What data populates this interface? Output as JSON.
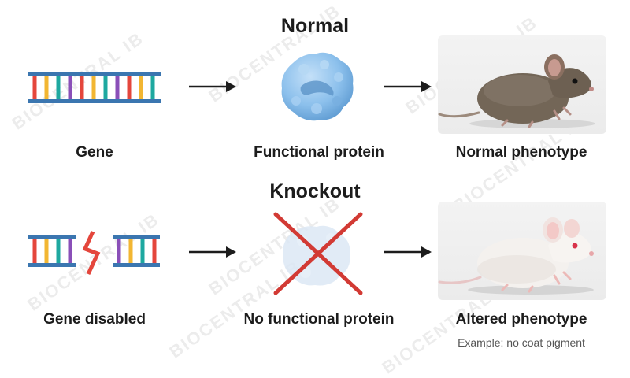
{
  "normal": {
    "heading": "Normal",
    "gene_label": "Gene",
    "protein_label": "Functional protein",
    "phenotype_label": "Normal phenotype"
  },
  "knockout": {
    "heading": "Knockout",
    "gene_label": "Gene disabled",
    "protein_label": "No functional protein",
    "phenotype_label": "Altered phenotype",
    "phenotype_note": "Example: no coat pigment"
  },
  "watermark": "BIOCENTRAL IB",
  "icons": {
    "gene": "dna-ladder-icon",
    "broken_gene": "broken-dna-icon",
    "protein": "protein-blob-icon",
    "no_protein": "crossed-protein-icon",
    "arrow": "right-arrow-icon",
    "brown_mouse": "brown-mouse-image",
    "white_mouse": "white-mouse-image"
  },
  "colors": {
    "dna_rails": "#3b76b0",
    "rung_red": "#e4463c",
    "rung_yellow": "#f2b632",
    "rung_teal": "#1ea8a0",
    "rung_purple": "#8a4fb8",
    "protein": "#8cc0ec",
    "cross": "#d23a34",
    "brown_mouse": "#736657",
    "white_mouse": "#f4f1ee"
  }
}
